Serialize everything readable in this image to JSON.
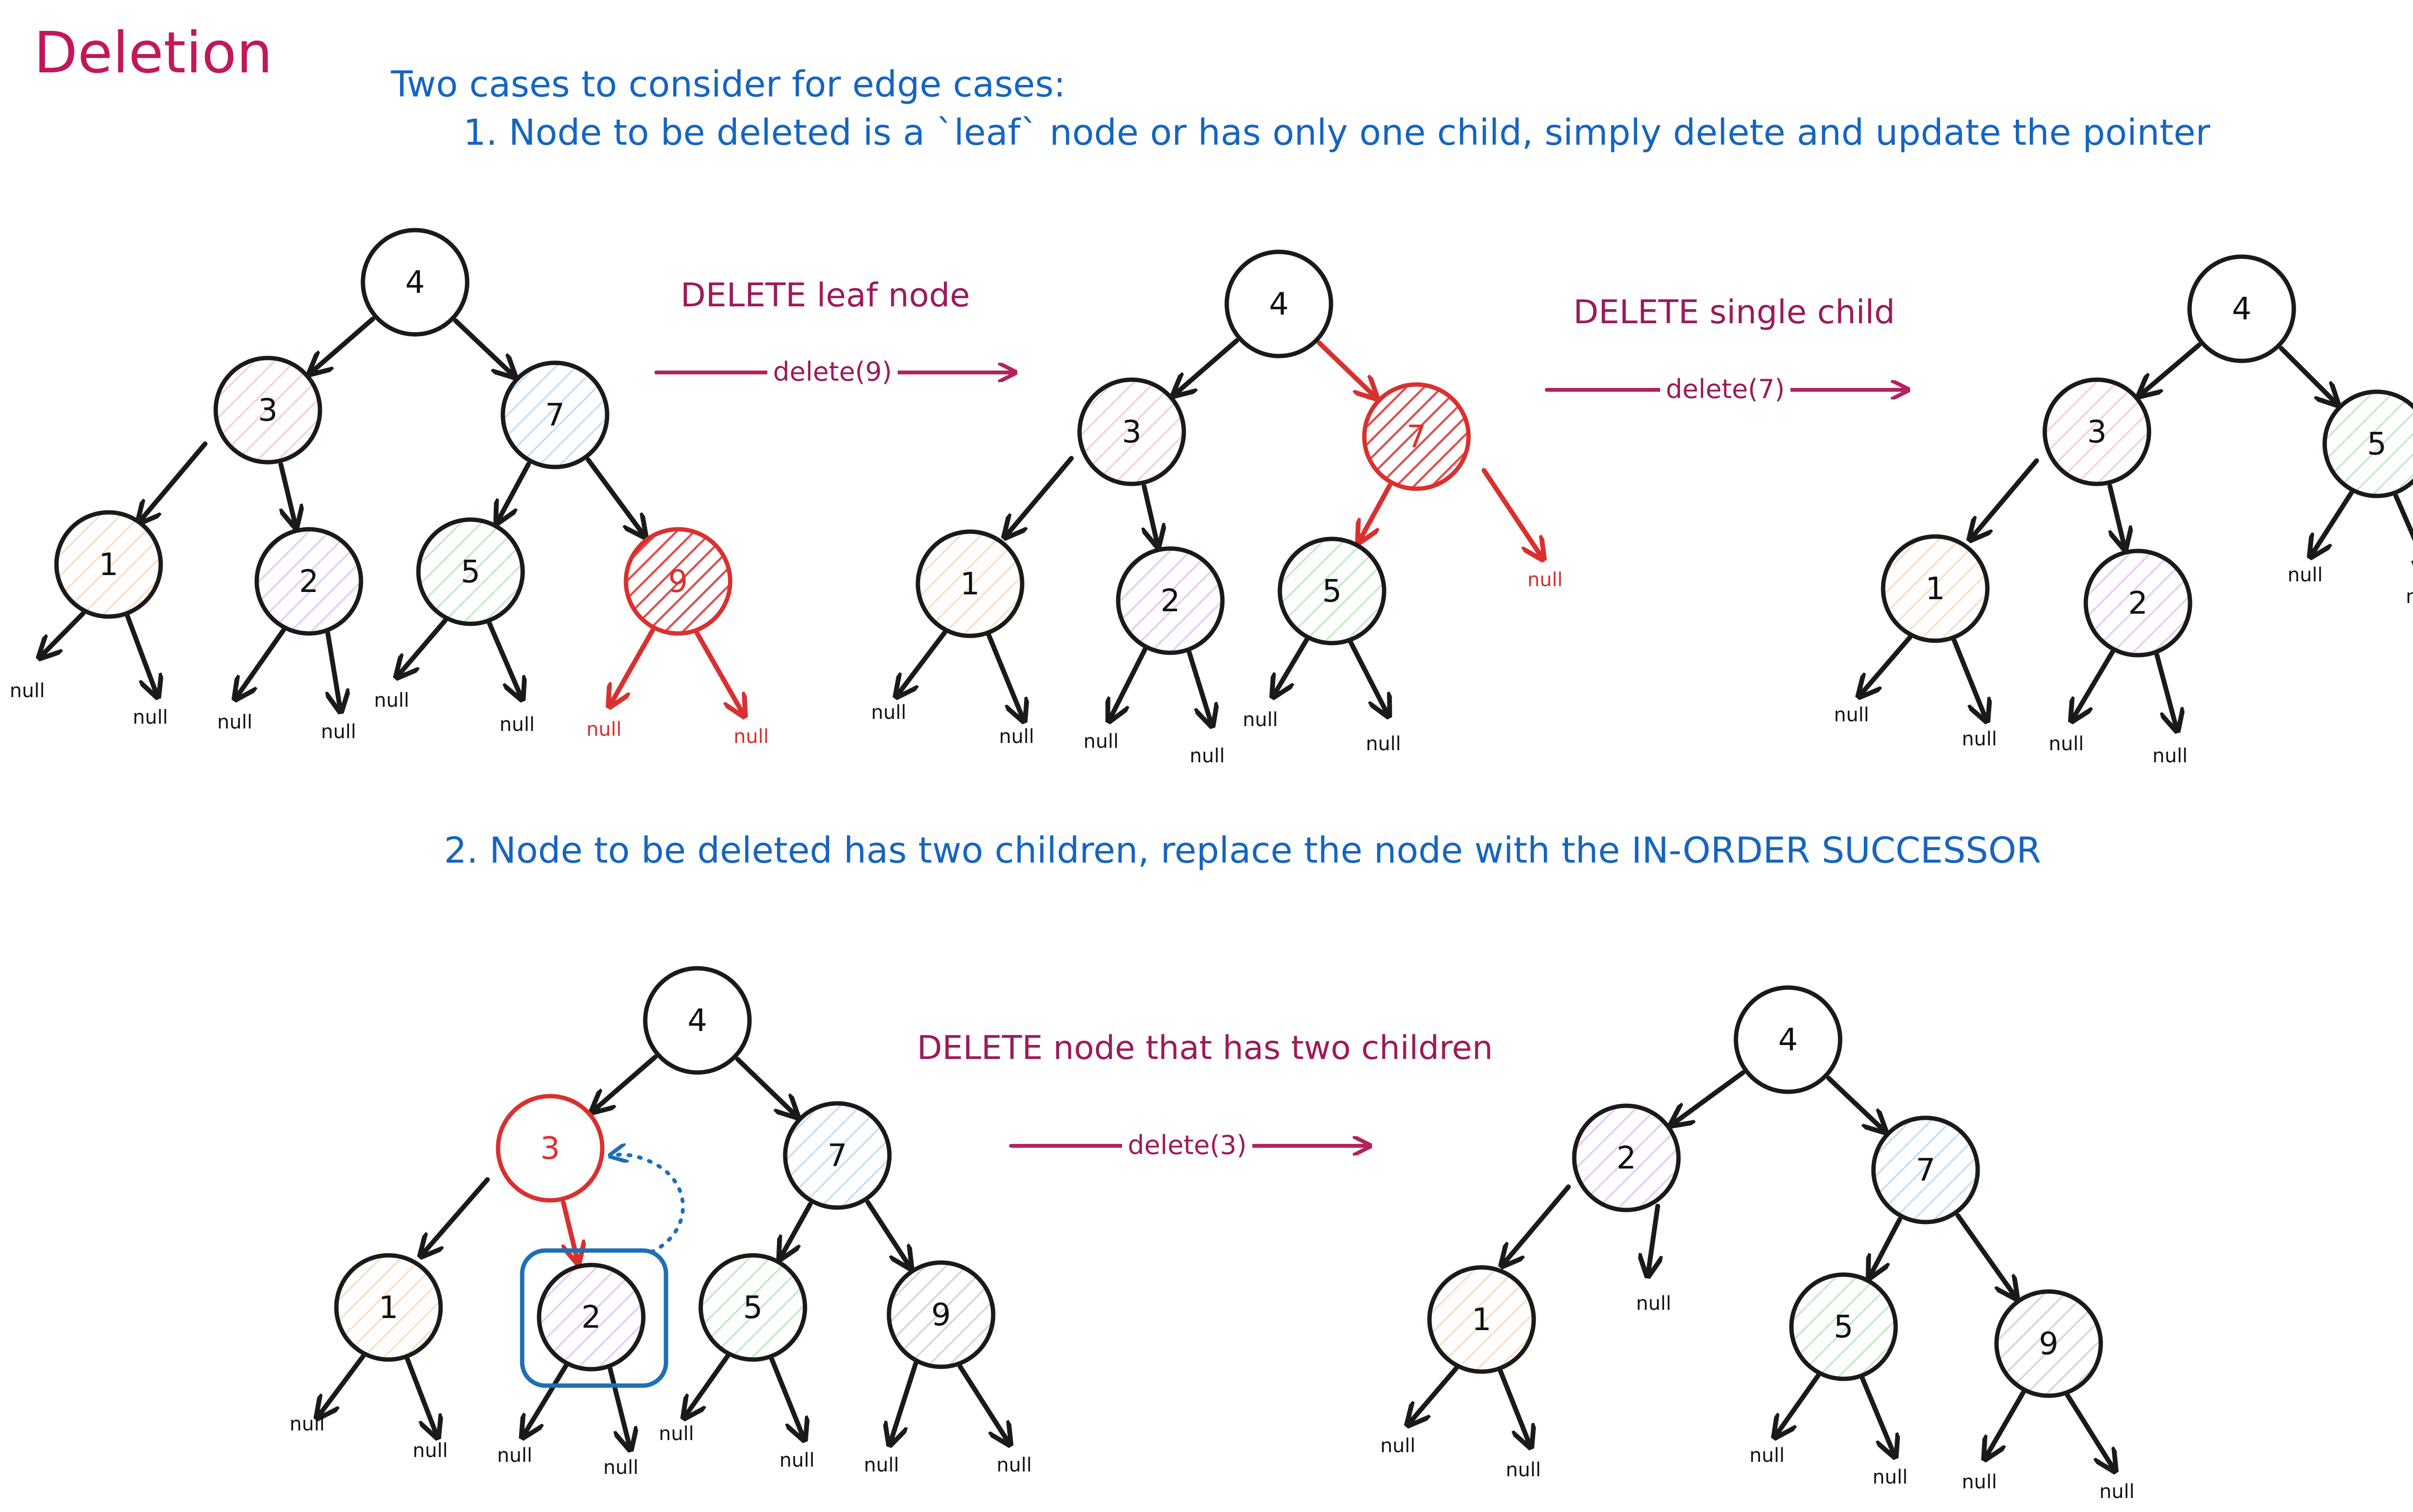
{
  "title": "Deletion",
  "intro": "Two cases to consider for edge cases:",
  "case1": "1. Node to be deleted is a `leaf` node or has only one child, simply delete and update the pointer",
  "case2": "2. Node to be deleted has two children, replace the node with the IN-ORDER SUCCESSOR",
  "null_label": "null",
  "colors": {
    "peach": "#f6c28b",
    "pink": "#f4a6a6",
    "purple": "#d59be6",
    "green": "#8fd68f",
    "blue": "#94c3ef",
    "grey": "#b5b0b0",
    "red": "#d93030",
    "highlight_box": "#1e6fb5"
  },
  "operations": [
    {
      "caption": "DELETE leaf node",
      "arrow_label": "delete(9)"
    },
    {
      "caption": "DELETE single child",
      "arrow_label": "delete(7)"
    },
    {
      "caption": "DELETE node that has two children",
      "arrow_label": "delete(3)"
    }
  ],
  "trees": [
    {
      "name": "case1-before",
      "nodes": [
        "4",
        "3",
        "7",
        "1",
        "2",
        "5",
        "9"
      ],
      "deleted": "9"
    },
    {
      "name": "case1-middle",
      "nodes": [
        "4",
        "3",
        "7",
        "1",
        "2",
        "5"
      ],
      "deleted": "7"
    },
    {
      "name": "case1-after",
      "nodes": [
        "4",
        "3",
        "5",
        "1",
        "2"
      ]
    },
    {
      "name": "case2-before",
      "nodes": [
        "4",
        "3",
        "7",
        "1",
        "2",
        "5",
        "9"
      ],
      "deleted": "3",
      "successor": "2"
    },
    {
      "name": "case2-after",
      "nodes": [
        "4",
        "2",
        "7",
        "1",
        "5",
        "9"
      ]
    }
  ]
}
